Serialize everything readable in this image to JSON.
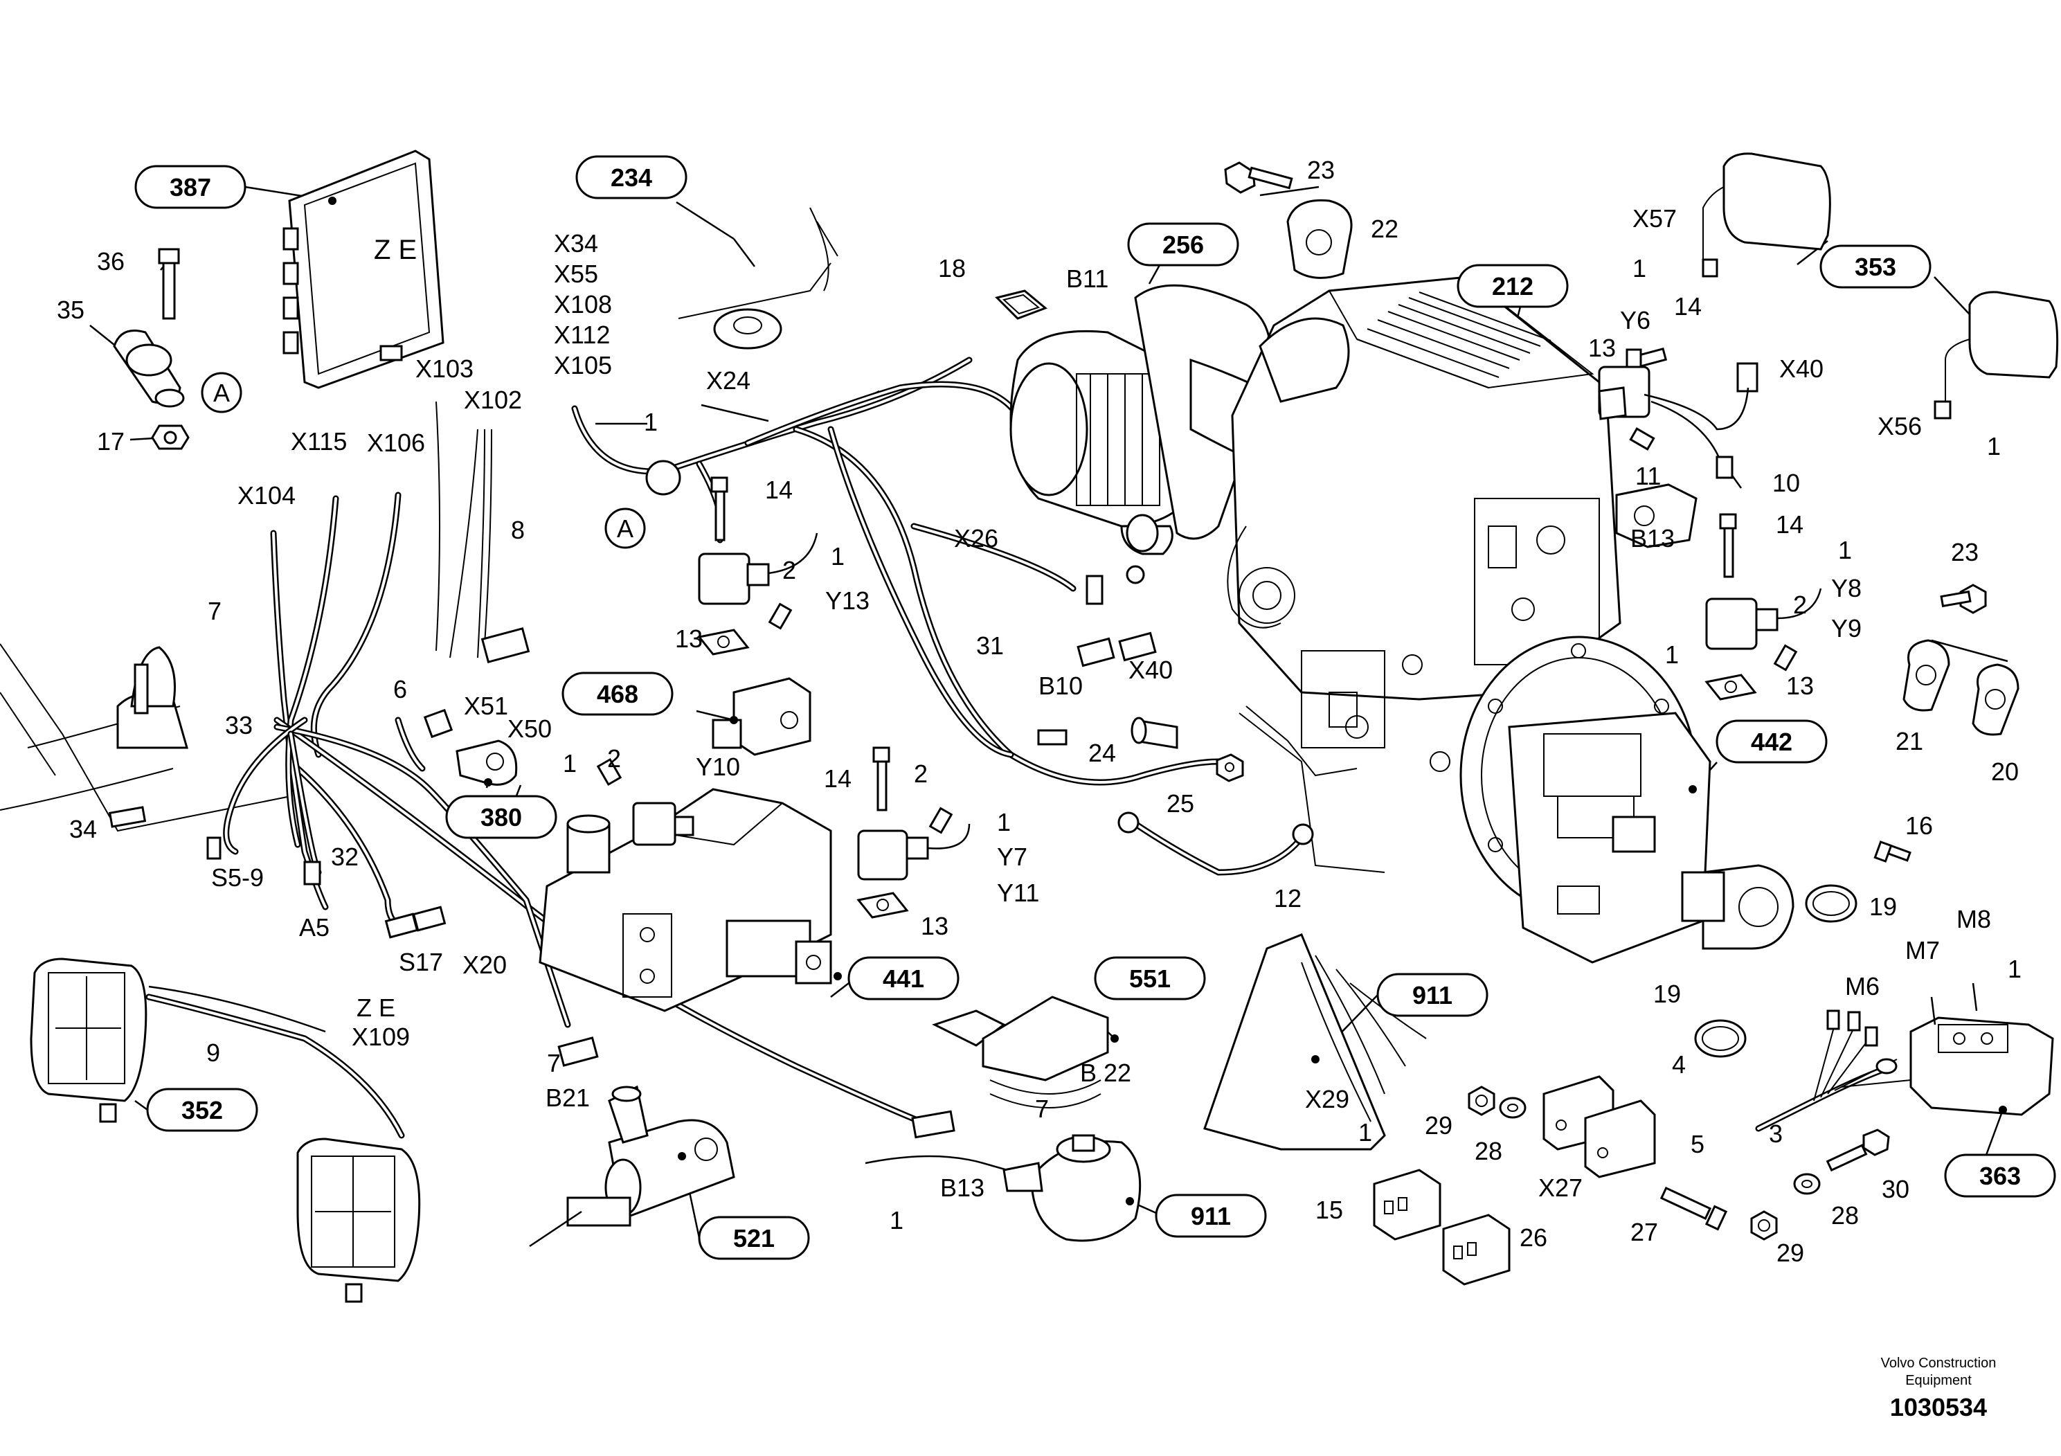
{
  "title_block": {
    "publisher_line1": "Volvo Construction",
    "publisher_line2": "Equipment",
    "drawing_number": "1030534"
  },
  "callouts": {
    "c387": "387",
    "c234": "234",
    "c256": "256",
    "c212": "212",
    "c353": "353",
    "c468": "468",
    "c380": "380",
    "c442": "442",
    "c441": "441",
    "c551": "551",
    "c911a": "911",
    "c911b": "911",
    "c352": "352",
    "c521": "521",
    "c363": "363"
  },
  "circle_refs": {
    "a1": "A",
    "a2": "A"
  },
  "component_text": {
    "ze_module": "Z E"
  },
  "labels": {
    "n36": "36",
    "n35": "35",
    "n17": "17",
    "x34": "X34",
    "x55": "X55",
    "x108": "X108",
    "x112": "X112",
    "x105": "X105",
    "n1_harness": "1",
    "x24": "X24",
    "x103": "X103",
    "x102": "X102",
    "x115": "X115",
    "x106": "X106",
    "x104": "X104",
    "n8": "8",
    "n7_left": "7",
    "n6": "6",
    "n33": "33",
    "x51": "X51",
    "x50": "X50",
    "n34": "34",
    "s59": "S5-9",
    "n32": "32",
    "a5": "A5",
    "s17": "S17",
    "x20": "X20",
    "ze2": "Z E",
    "x109": "X109",
    "n9": "9",
    "n7_b21": "7",
    "b21": "B21",
    "n7_b22": "7",
    "n14_y13": "14",
    "n1_y13": "1",
    "n2_y13": "2",
    "y13": "Y13",
    "n13_y13": "13",
    "n18": "18",
    "b11": "B11",
    "x26": "X26",
    "n31": "31",
    "b10": "B10",
    "x40b": "X40",
    "n24": "24",
    "n25": "25",
    "n12": "12",
    "n1_y10": "1",
    "n2_y10": "2",
    "y10": "Y10",
    "n14_y7": "14",
    "n2_y7": "2",
    "n1_y7": "1",
    "y7": "Y7",
    "y11": "Y11",
    "n13_y7": "13",
    "b22": "B 22",
    "n1_b13": "1",
    "b13_low": "B13",
    "n23_top": "23",
    "n22": "22",
    "x57": "X57",
    "n1_x57": "1",
    "y6": "Y6",
    "n14_y6": "14",
    "n13_y6": "13",
    "x40": "X40",
    "n11": "11",
    "n10": "10",
    "x56": "X56",
    "n1_x56": "1",
    "b13": "B13",
    "n1_b13r": "1",
    "n14_y8": "14",
    "n1_y8": "1",
    "n2_y8": "2",
    "y8": "Y8",
    "y9": "Y9",
    "n13_y8": "13",
    "n23_r": "23",
    "n21": "21",
    "n20": "20",
    "n16": "16",
    "n19_a": "19",
    "m8": "M8",
    "m7": "M7",
    "n1_m": "1",
    "n19_b": "19",
    "m6": "M6",
    "n4": "4",
    "n3": "3",
    "n5": "5",
    "x29": "X29",
    "n1_x29": "1",
    "n29_a": "29",
    "n28_a": "28",
    "x27": "X27",
    "n15": "15",
    "n26": "26",
    "n27": "27",
    "n29_b": "29",
    "n28_b": "28",
    "n30": "30"
  }
}
